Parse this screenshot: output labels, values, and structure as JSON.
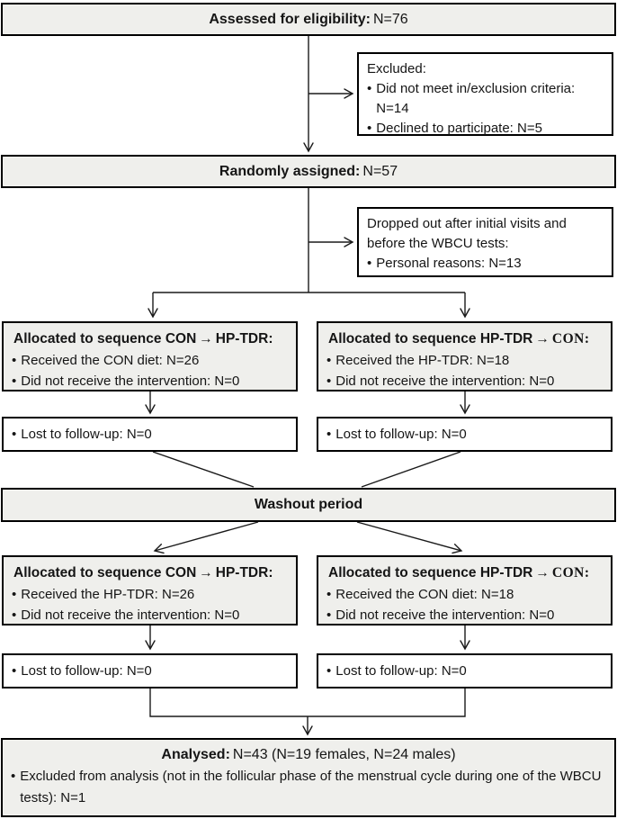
{
  "glyphs": {
    "bullet": "•",
    "arrow": "→"
  },
  "colors": {
    "box_fill_gray": "#efefec",
    "box_border": "#000000",
    "line": "#1a1a1a",
    "background": "#ffffff"
  },
  "assessed": {
    "label": "Assessed for eligibility:",
    "value": "N=76"
  },
  "excluded": {
    "title": "Excluded:",
    "bullets": [
      "Did not meet in/exclusion criteria: N=14",
      "Declined to participate: N=5"
    ]
  },
  "randomized": {
    "label": "Randomly assigned:",
    "value": "N=57"
  },
  "dropout": {
    "text": "Dropped out after initial visits and before the WBCU tests:",
    "bullets": [
      "Personal reasons: N=13"
    ]
  },
  "alloc_con_first": {
    "title_pre": "Allocated to sequence CON",
    "title_post": "HP-TDR:",
    "bullets": [
      "Received the CON diet: N=26",
      "Did not receive the intervention: N=0"
    ]
  },
  "alloc_hptdr_first": {
    "title_pre": "Allocated to sequence HP-TDR",
    "title_post": "CON:",
    "bullets": [
      "Received the HP-TDR: N=18",
      "Did not receive the intervention: N=0"
    ]
  },
  "lost_first_left": {
    "text": "Lost to follow-up: N=0"
  },
  "lost_first_right": {
    "text": "Lost to follow-up: N=0"
  },
  "washout": {
    "label": "Washout period"
  },
  "alloc_con_second": {
    "title_pre": "Allocated to sequence CON",
    "title_post": "HP-TDR:",
    "bullets": [
      "Received the HP-TDR: N=26",
      "Did not receive the intervention: N=0"
    ]
  },
  "alloc_hptdr_second": {
    "title_pre": "Allocated to sequence HP-TDR",
    "title_post": "CON:",
    "bullets": [
      "Received the CON diet: N=18",
      "Did not receive the intervention: N=0"
    ]
  },
  "lost_second_left": {
    "text": "Lost to follow-up: N=0"
  },
  "lost_second_right": {
    "text": "Lost to follow-up: N=0"
  },
  "analysed": {
    "label": "Analysed:",
    "value": "N=43 (N=19 females, N=24 males)",
    "bullets": [
      "Excluded from analysis (not in the follicular phase of the menstrual cycle during one of the WBCU tests): N=1"
    ]
  }
}
